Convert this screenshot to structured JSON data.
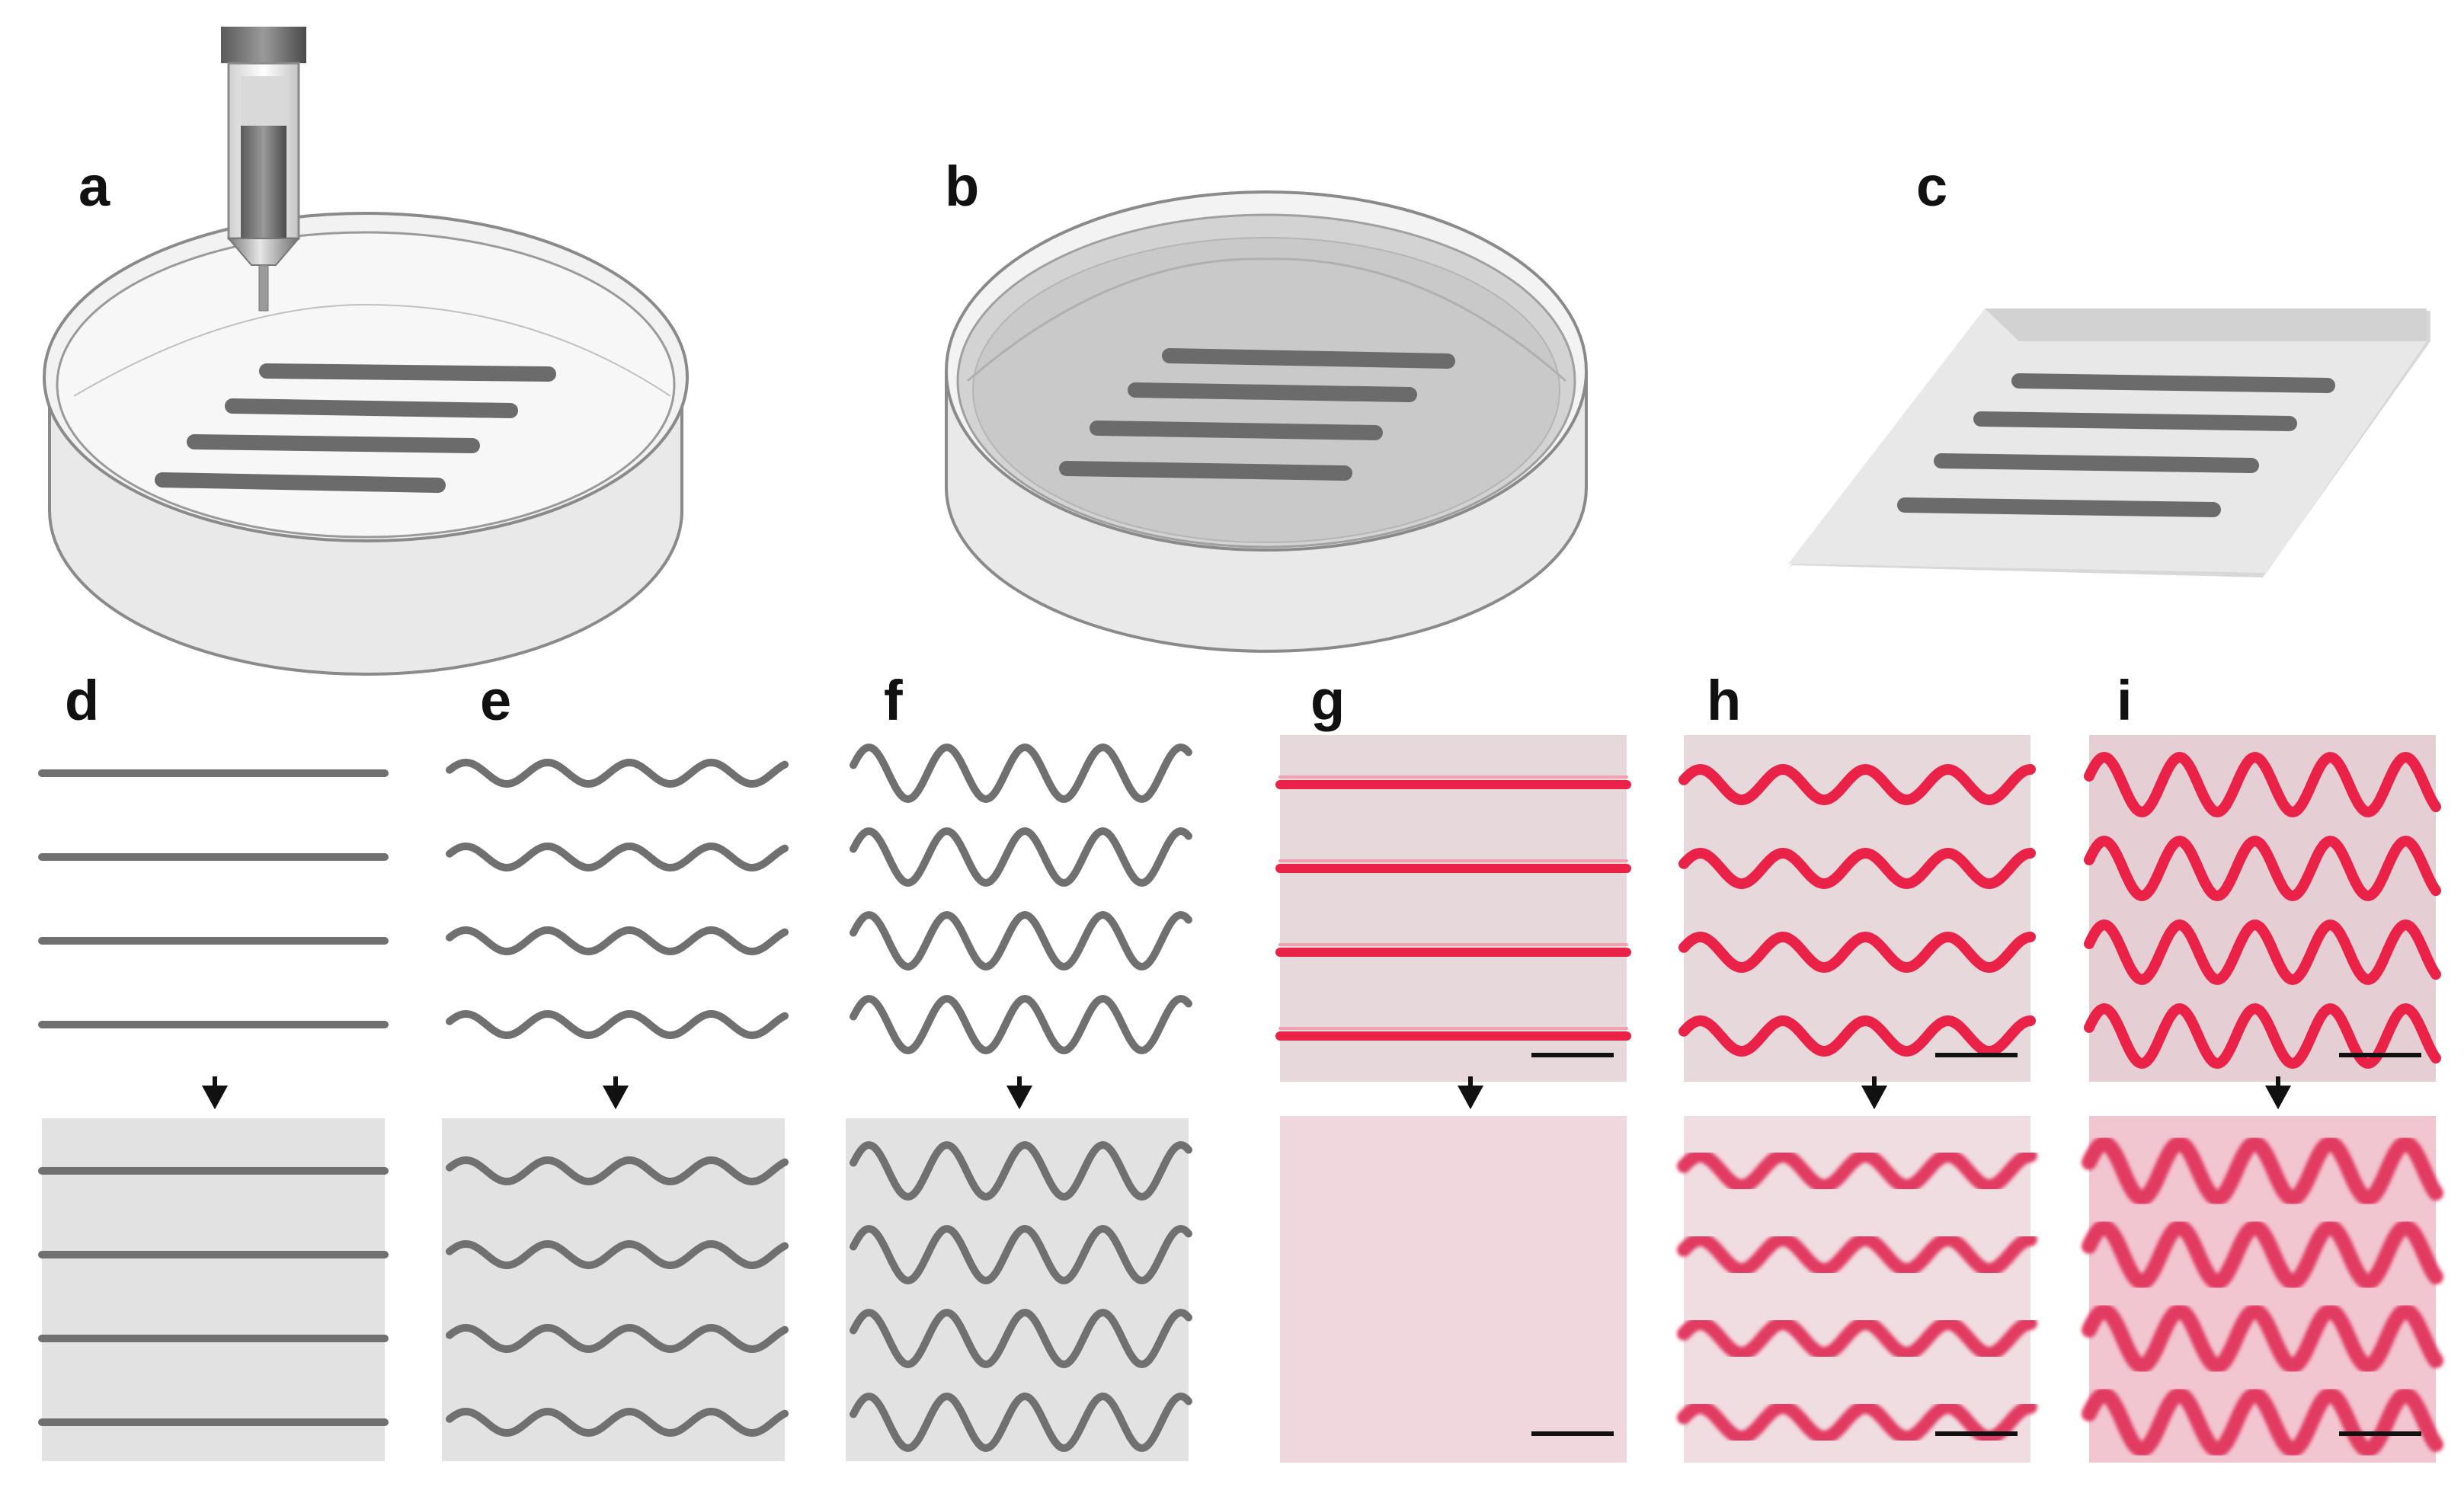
{
  "panel_labels": {
    "a": "a",
    "b": "b",
    "c": "c",
    "d": "d",
    "e": "e",
    "f": "f",
    "g": "g",
    "h": "h",
    "i": "i"
  },
  "panel_contents": {
    "a": "syringe-needle depositing four straight filaments into an empty petri dish",
    "b": "four straight filaments immersed in a filled petri dish",
    "c": "demolded sheet with four embedded straight filaments",
    "d": "four straight lines, then embedded in a gray matrix",
    "e": "four low-amplitude wavy lines, then embedded in a gray matrix",
    "f": "four high-amplitude wavy lines, then embedded in a gray matrix",
    "g": "photo of four straight red filaments, then after embedding",
    "h": "photo of four low-amplitude red wavy filaments, then after embedding",
    "i": "photo of four high-amplitude red wavy filaments, then after embedding"
  },
  "colors": {
    "filament": "#6b6b6b",
    "wave_line": "#707070",
    "dish_fill": "#e8e8e8",
    "dish_stroke": "#8a8a8a",
    "matrix_fill": "#e2e2e2",
    "photo_bg": "#e9dadd",
    "photo_bg_embedded": "#f1ccd5",
    "red_filament": "#ea2247",
    "red_embedded": "#e23b62",
    "scale_bar": "#111111",
    "arrow": "#111111"
  },
  "icons": {
    "arrow": "down-arrow-icon",
    "syringe": "syringe-icon"
  }
}
